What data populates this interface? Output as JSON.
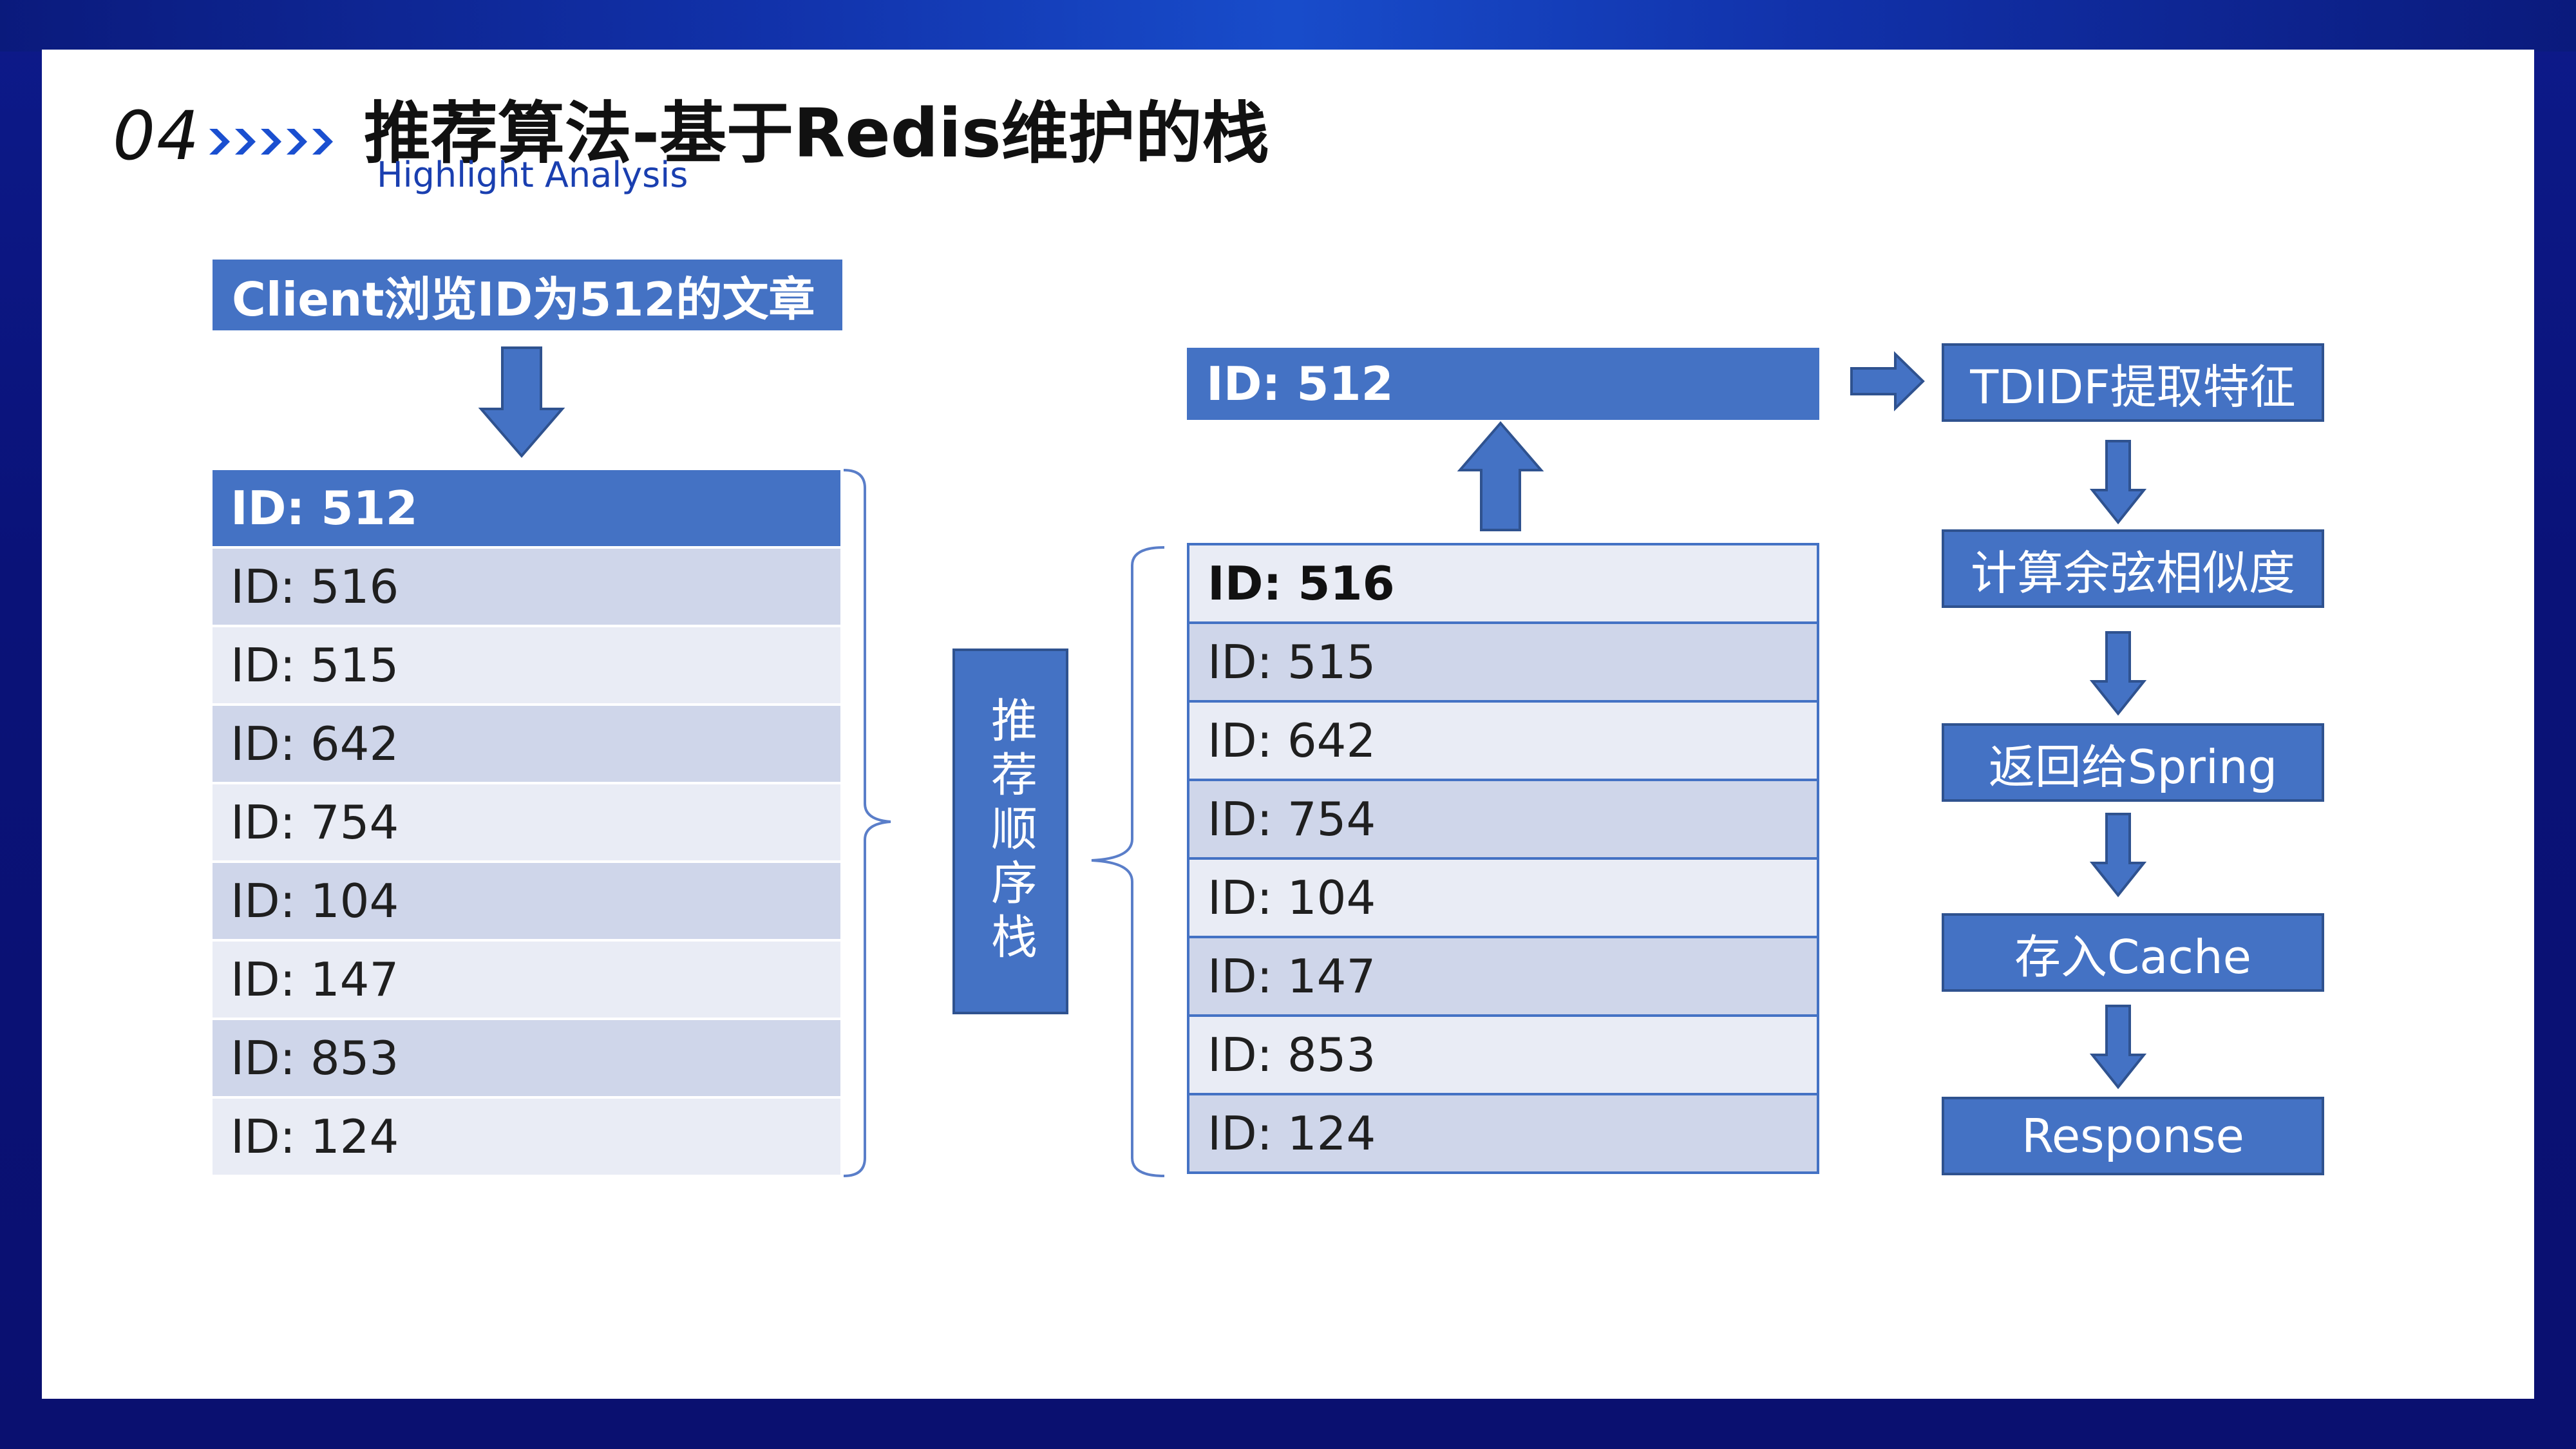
{
  "header": {
    "section_number": "04",
    "title": "推荐算法-基于Redis维护的栈",
    "subtitle": "Highlight Analysis"
  },
  "colors": {
    "accent": "#4472c4",
    "accent_dark": "#2f528f",
    "row_dark": "#cfd6ea",
    "row_light": "#e9ecf5",
    "background": "#0a1278"
  },
  "client_box": {
    "label": "Client浏览ID为512的文章"
  },
  "left_stack": {
    "top": "ID: 512",
    "rows": [
      "ID: 516",
      "ID: 515",
      "ID: 642",
      "ID: 754",
      "ID: 104",
      "ID: 147",
      "ID: 853",
      "ID: 124"
    ]
  },
  "center_label": {
    "text": "推荐顺序栈"
  },
  "popped_box": {
    "label": "ID: 512"
  },
  "mid_stack": {
    "rows": [
      "ID: 516",
      "ID: 515",
      "ID: 642",
      "ID: 754",
      "ID: 104",
      "ID: 147",
      "ID: 853",
      "ID: 124"
    ]
  },
  "flow": {
    "steps": [
      "TDIDF提取特征",
      "计算余弦相似度",
      "返回给Spring",
      "存入Cache",
      "Response"
    ]
  }
}
